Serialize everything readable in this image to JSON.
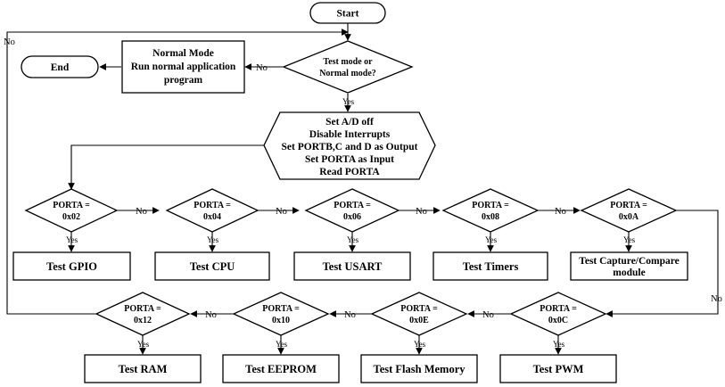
{
  "nodes": {
    "start": "Start",
    "end": "End",
    "mode_decision": [
      "Test mode or",
      "Normal mode?"
    ],
    "normal_mode": [
      "Normal Mode",
      "Run normal application",
      "program"
    ],
    "init": [
      "Set A/D off",
      "Disable Interrupts",
      "Set PORTB,C and D as Output",
      "Set PORTA as Input",
      "Read PORTA"
    ],
    "decisions_top": [
      {
        "line1": "PORTA =",
        "line2": "0x02"
      },
      {
        "line1": "PORTA =",
        "line2": "0x04"
      },
      {
        "line1": "PORTA =",
        "line2": "0x06"
      },
      {
        "line1": "PORTA =",
        "line2": "0x08"
      },
      {
        "line1": "PORTA =",
        "line2": "0x0A"
      }
    ],
    "tests_top": [
      [
        "Test GPIO"
      ],
      [
        "Test CPU"
      ],
      [
        "Test USART"
      ],
      [
        "Test Timers"
      ],
      [
        "Test Capture/Compare",
        "module"
      ]
    ],
    "decisions_bottom": [
      {
        "line1": "PORTA =",
        "line2": "0x12"
      },
      {
        "line1": "PORTA =",
        "line2": "0x10"
      },
      {
        "line1": "PORTA =",
        "line2": "0x0E"
      },
      {
        "line1": "PORTA =",
        "line2": "0x0C"
      }
    ],
    "tests_bottom": [
      "Test RAM",
      "Test EEPROM",
      "Test Flash Memory",
      "Test PWM"
    ]
  },
  "edge_labels": {
    "yes": "Yes",
    "no": "No"
  }
}
